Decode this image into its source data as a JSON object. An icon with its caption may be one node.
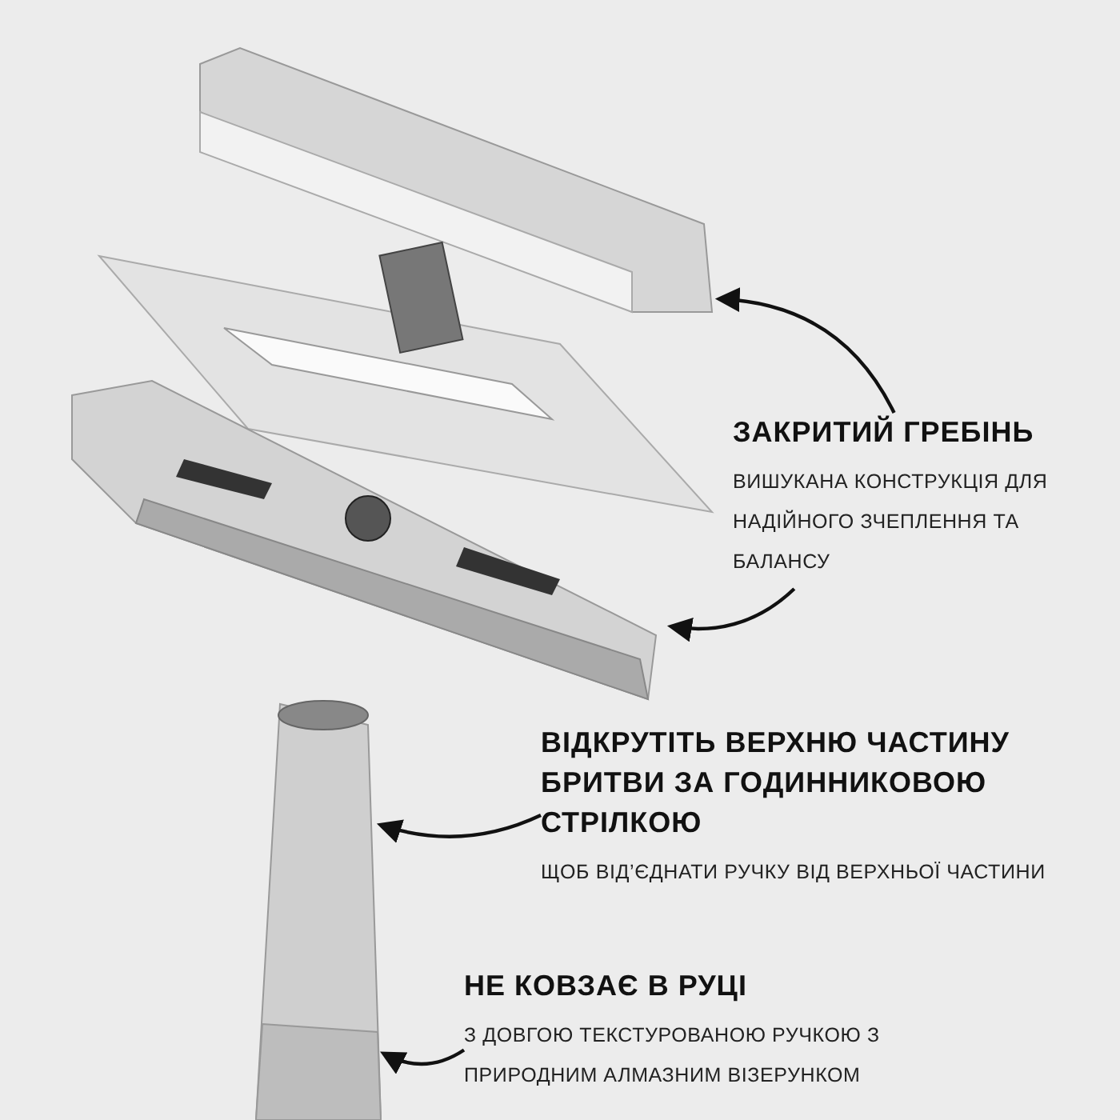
{
  "diagram": {
    "nodes": [
      {
        "text": [],
        "shape": "picture"
      },
      {
        "text": [],
        "shape": "picture"
      },
      {
        "text": [],
        "shape": "picture"
      },
      {
        "text": [
          "ЗАКРИТИЙ ГРЕБІНЬ",
          "ВИШУКАНА КОНСТРУКЦІЯ ДЛЯ НАДІЙНОГО ЗЧЕПЛЕННЯ ТА БАЛАНСУ"
        ]
      },
      {
        "text": [
          "ВІДКРУТІТЬ ВЕРХНЮ ЧАСТИНУ БРИТВИ ЗА ГОДИННИКОВОЮ СТРІЛКОЮ",
          "ЩОБ ВІД’ЄДНАТИ РУЧКУ ВІД ВЕРХНЬОЇ ЧАСТИНИ"
        ]
      },
      {
        "text": [
          "НЕ КОВЗАЄ В РУЦІ",
          "З ДОВГОЮ ТЕКСТУРОВАНОЮ РУЧКОЮ З ПРИРОДНИМ АЛМАЗНИМ ВІЗЕРУНКОМ"
        ]
      }
    ],
    "edges": [
      {
        "from": 3,
        "to": 0,
        "arrow": "to"
      },
      {
        "from": 3,
        "to": 1,
        "arrow": "to"
      },
      {
        "from": 4,
        "to": 2,
        "arrow": "to"
      },
      {
        "from": 5,
        "to": 2,
        "arrow": "to"
      }
    ]
  }
}
